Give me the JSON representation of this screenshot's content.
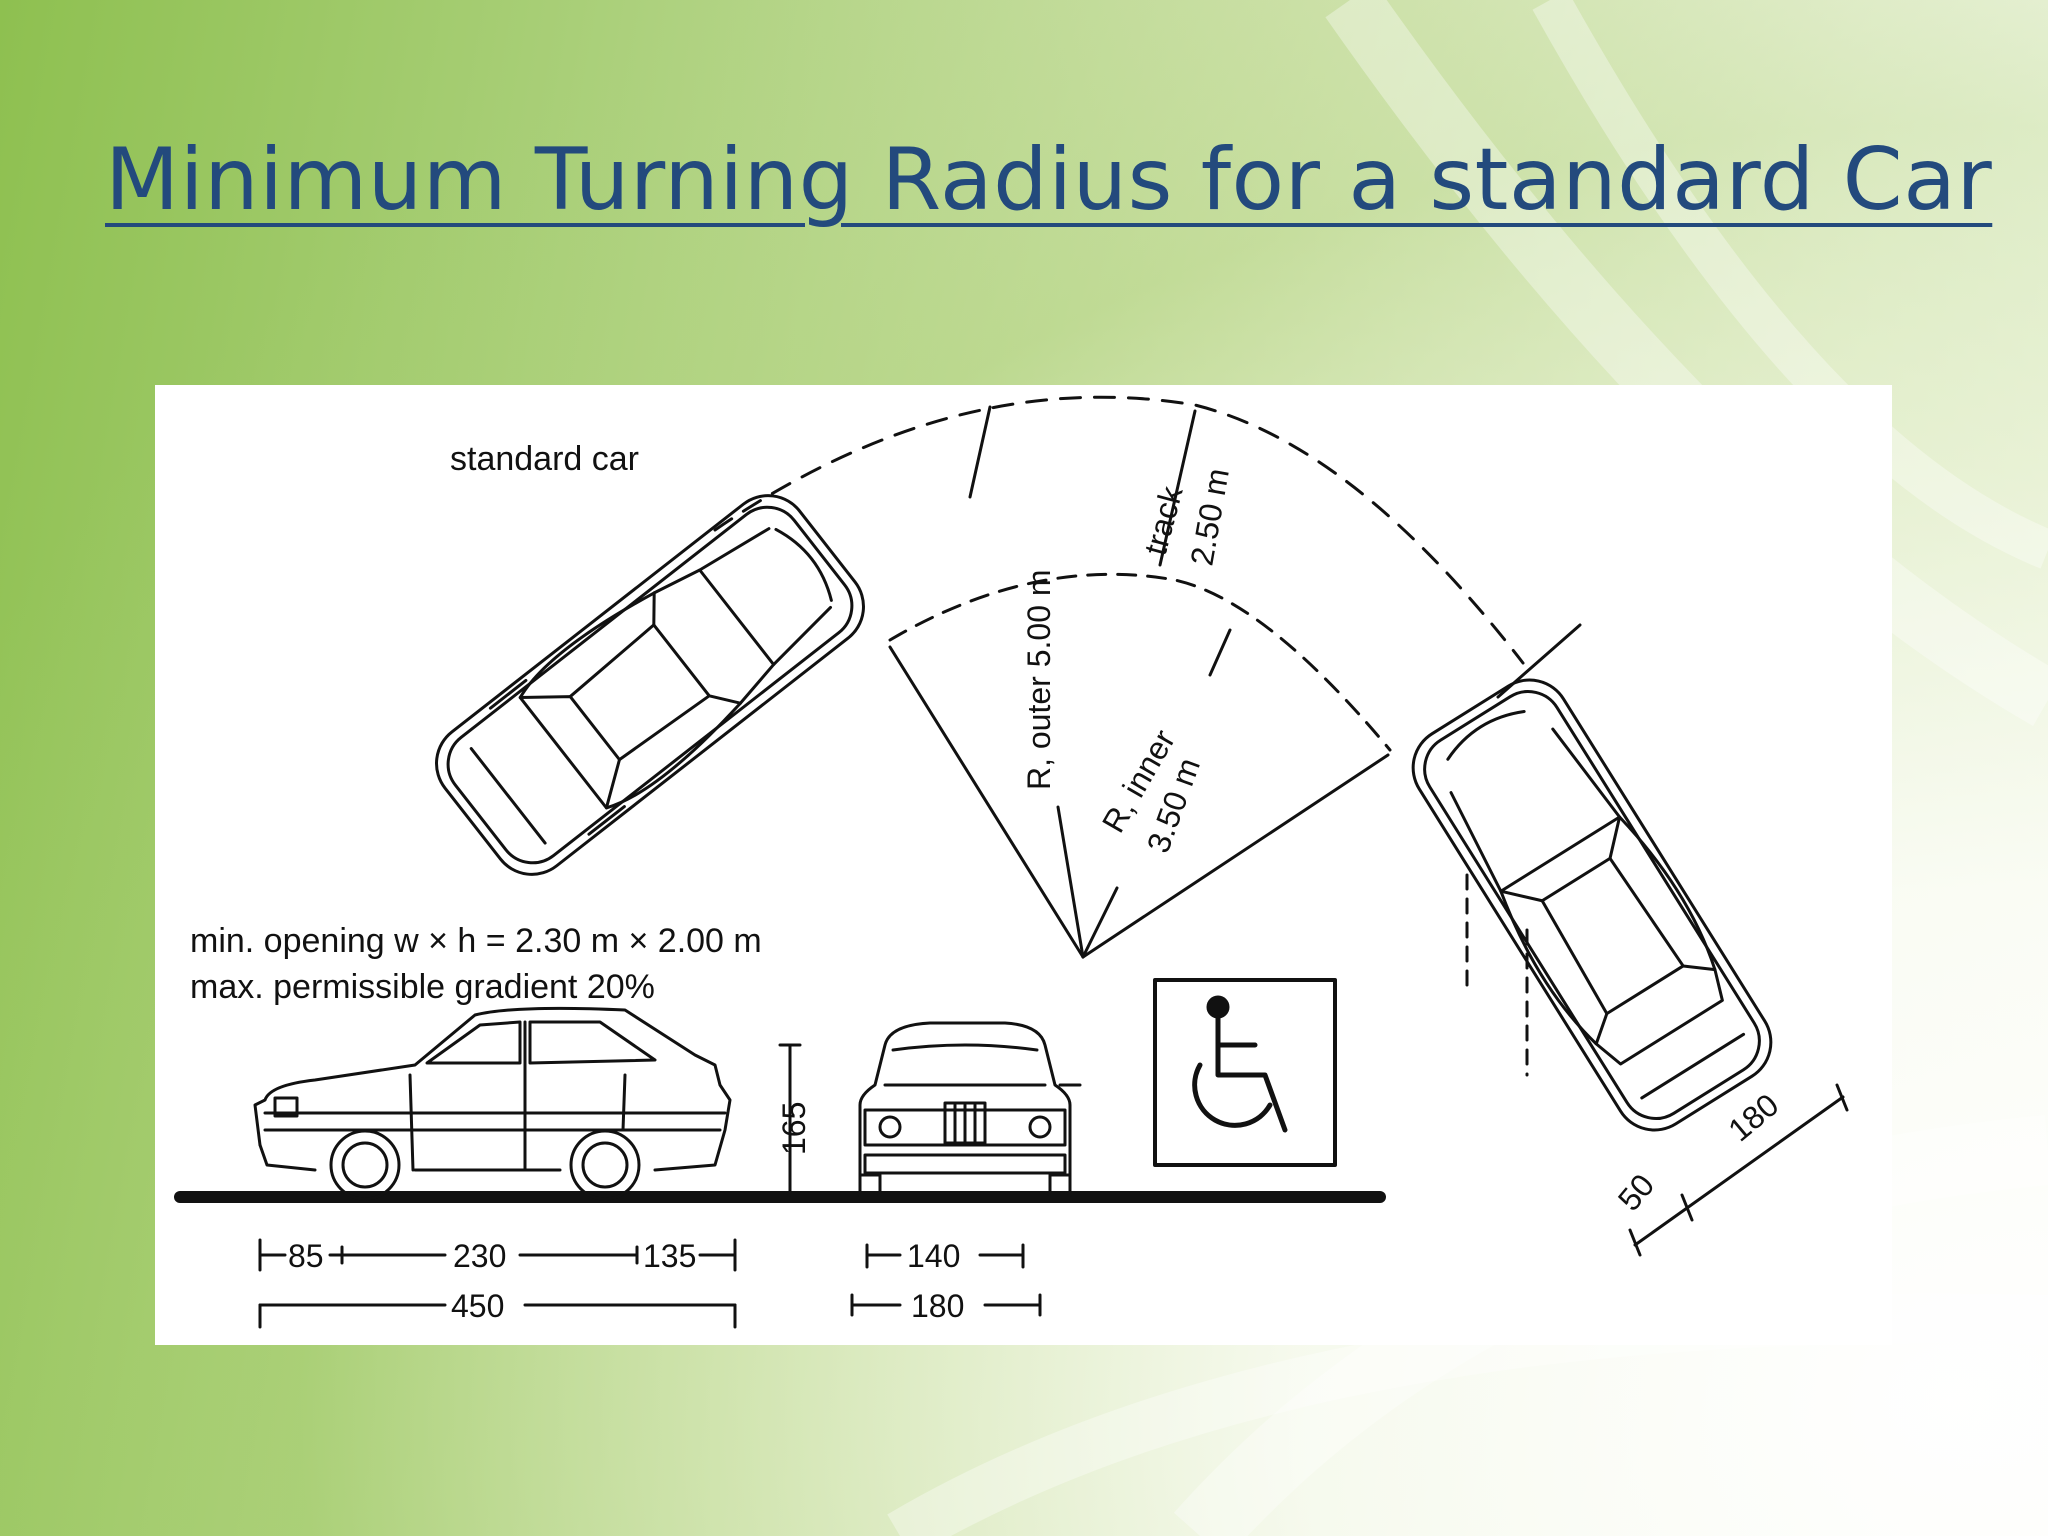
{
  "slide": {
    "title": "Minimum Turning Radius for a standard Car"
  },
  "diagram": {
    "car_label": "standard car",
    "radius_outer": "R, outer 5.00 m",
    "radius_inner_line1": "R, inner",
    "radius_inner_line2": "3.50 m",
    "track_line1": "track",
    "track_line2": "2.50 m",
    "opening_text": "min. opening w × h = 2.30 m × 2.00 m",
    "gradient_text": "max. permissible gradient 20%",
    "height_dim": "165",
    "side_dims": {
      "front": "85",
      "wheelbase": "230",
      "rear": "135",
      "total": "450"
    },
    "front_dims": {
      "track": "140",
      "width": "180"
    },
    "right_dims": {
      "clearance": "50",
      "width": "180"
    },
    "icon": "wheelchair-accessibility-icon"
  }
}
